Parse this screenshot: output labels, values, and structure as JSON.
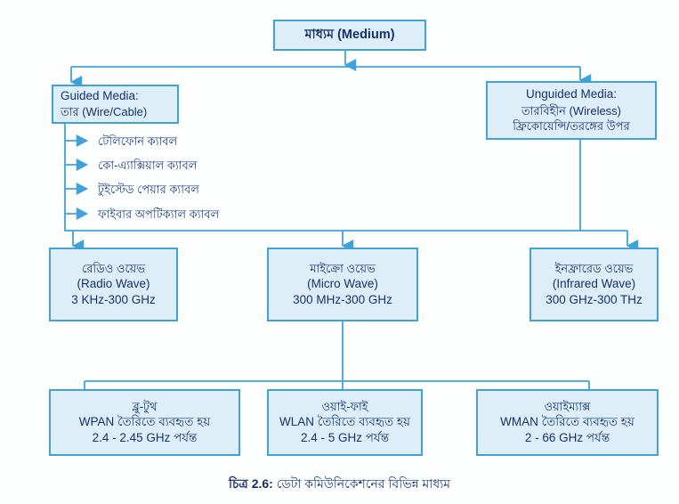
{
  "diagram": {
    "root": {
      "label": "মাধ্যম (Medium)"
    },
    "branches": {
      "guided": {
        "line1": "Guided Media:",
        "line2": "তার (Wire/Cable)"
      },
      "unguided": {
        "line1": "Unguided Media:",
        "line2": "তারবিহীন (Wireless)",
        "line3": "ফ্রিকোয়েন্সি/তরঙ্গের উপর"
      }
    },
    "guided_items": [
      "টেলিফোন ক্যাবল",
      "কো-এ্যাক্সিয়াল ক্যাবল",
      "টুইস্টেড পেয়ার ক্যাবল",
      "ফাইবার অপটিক্যাল ক্যাবল"
    ],
    "waves": [
      {
        "name_bn": "রেডিও ওয়েভ",
        "name_en": "(Radio Wave)",
        "range": "3 KHz-300 GHz"
      },
      {
        "name_bn": "মাইক্রো ওয়েভ",
        "name_en": "(Micro Wave)",
        "range": "300 MHz-300 GHz"
      },
      {
        "name_bn": "ইনফ্রারেড ওয়েভ",
        "name_en": "(Infrared Wave)",
        "range": "300 GHz-300 THz"
      }
    ],
    "technologies": [
      {
        "name_bn": "ব্লু-টুথ",
        "usage": "WPAN তৈরিতে ব্যবহৃত হয়",
        "range": "2.4 - 2.45 GHz পর্যন্ত"
      },
      {
        "name_bn": "ওয়াই-ফাই",
        "usage": "WLAN তৈরিতে ব্যবহৃত হয়",
        "range": "2.4 - 5 GHz পর্যন্ত"
      },
      {
        "name_bn": "ওয়াইম্যাক্স",
        "usage": "WMAN তৈরিতে ব্যবহৃত হয়",
        "range": "2 - 66 GHz পর্যন্ত"
      }
    ],
    "caption": {
      "number": "চিত্র 2.6:",
      "text": "ডেটা কমিউনিকেশনের বিভিন্ন মাধ্যম"
    },
    "colors": {
      "box_fill": "#ddeef9",
      "box_border": "#3fa2db",
      "text": "#16326b",
      "wire": "#3fa2db",
      "background": "#fdfefe"
    }
  }
}
